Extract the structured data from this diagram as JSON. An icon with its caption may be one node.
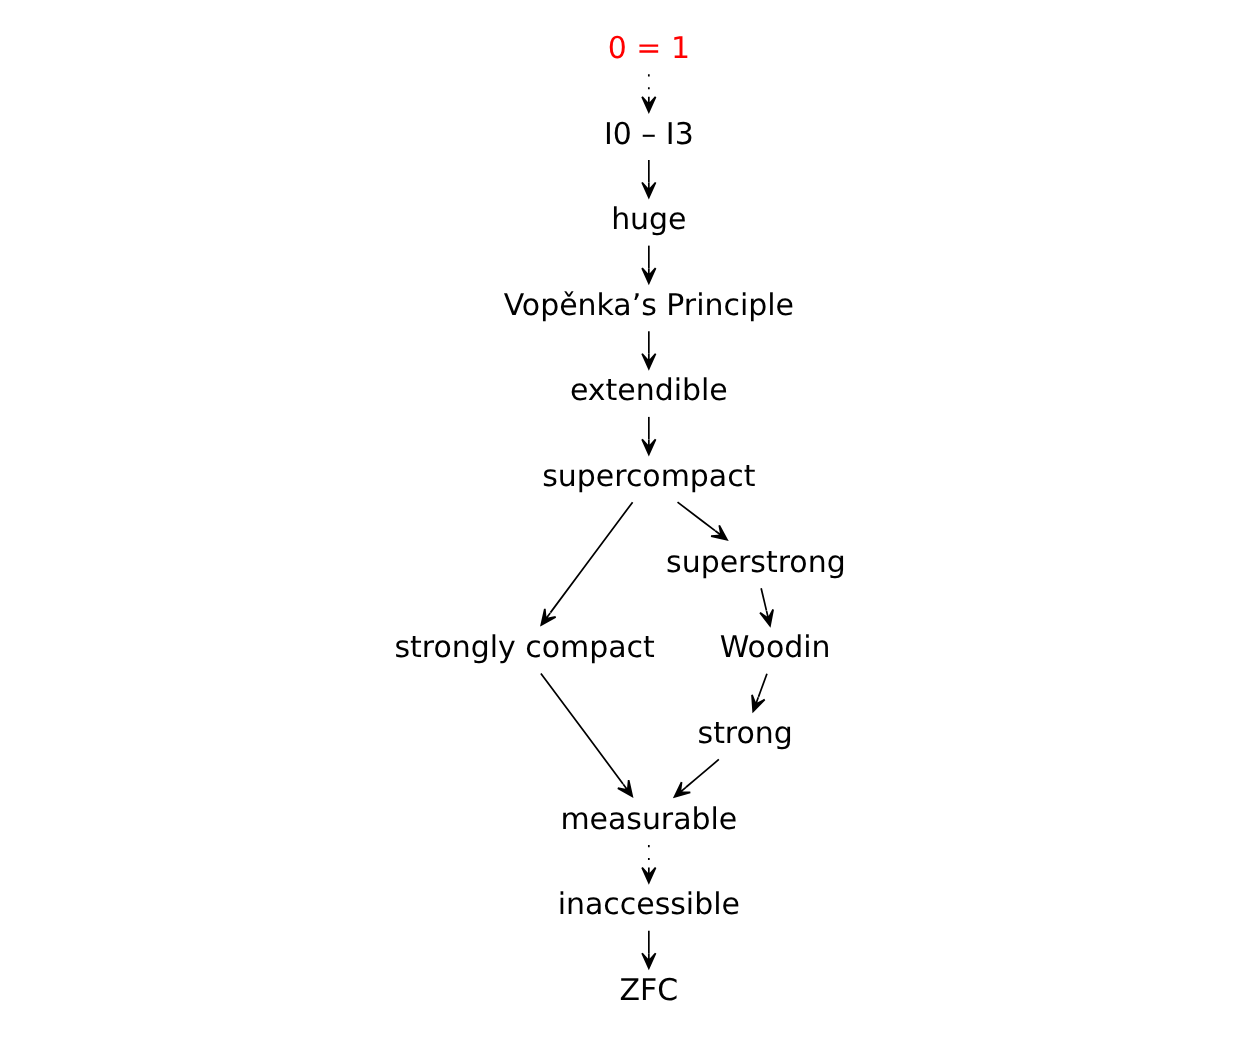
{
  "diagram": {
    "nodes": [
      {
        "text": [
          "0 = 1"
        ]
      },
      {
        "text": [
          "I0 – I3"
        ]
      },
      {
        "text": [
          "huge"
        ]
      },
      {
        "text": [
          "Vopěnka’s Principle"
        ]
      },
      {
        "text": [
          "extendible"
        ]
      },
      {
        "text": [
          "supercompact"
        ]
      },
      {
        "text": [
          "strongly compact"
        ]
      },
      {
        "text": [
          "superstrong"
        ]
      },
      {
        "text": [
          "Woodin"
        ]
      },
      {
        "text": [
          "strong"
        ]
      },
      {
        "text": [
          "measurable"
        ]
      },
      {
        "text": [
          "inaccessible"
        ]
      },
      {
        "text": [
          "ZFC"
        ]
      }
    ],
    "edges": [
      {
        "from": 0,
        "to": 1,
        "arrow": "to",
        "style": "dashed"
      },
      {
        "from": 1,
        "to": 2,
        "arrow": "to"
      },
      {
        "from": 2,
        "to": 3,
        "arrow": "to"
      },
      {
        "from": 3,
        "to": 4,
        "arrow": "to"
      },
      {
        "from": 4,
        "to": 5,
        "arrow": "to"
      },
      {
        "from": 5,
        "to": 6,
        "arrow": "to"
      },
      {
        "from": 5,
        "to": 7,
        "arrow": "to"
      },
      {
        "from": 7,
        "to": 8,
        "arrow": "to"
      },
      {
        "from": 8,
        "to": 9,
        "arrow": "to"
      },
      {
        "from": 9,
        "to": 10,
        "arrow": "to"
      },
      {
        "from": 6,
        "to": 10,
        "arrow": "to"
      },
      {
        "from": 10,
        "to": 11,
        "arrow": "to",
        "style": "dashed"
      },
      {
        "from": 11,
        "to": 12,
        "arrow": "to"
      }
    ]
  }
}
